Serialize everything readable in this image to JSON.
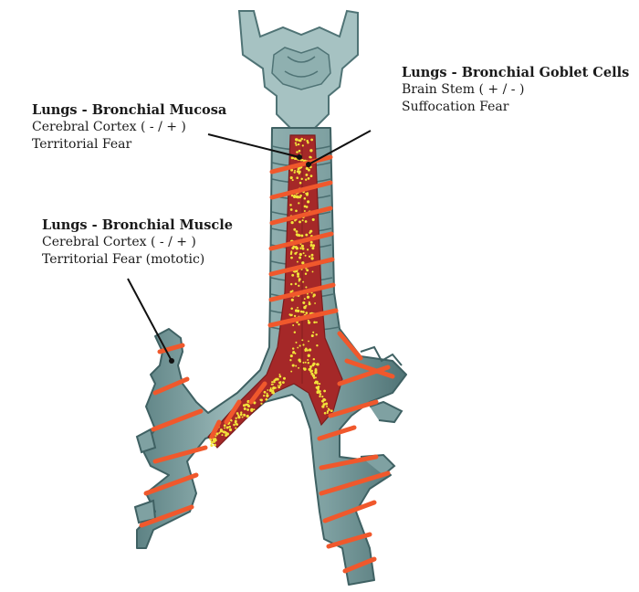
{
  "labels": {
    "mucosa": {
      "title": "Lungs - Bronchial Mucosa",
      "line1": "Cerebral Cortex ( - / + )",
      "line2": "Territorial Fear"
    },
    "goblet": {
      "title": "Lungs - Bronchial Goblet Cells",
      "line1": "Brain Stem ( + / - )",
      "line2": "Suffocation Fear"
    },
    "muscle": {
      "title": "Lungs - Bronchial Muscle",
      "line1": "Cerebral Cortex ( - / + )",
      "line2": "Territorial Fear (mototic)"
    }
  },
  "colors": {
    "cartilage": "#7fa1a2",
    "cartilage_dark": "#4f7375",
    "muscle_band": "#f0582c",
    "mucosa": "#a52828",
    "goblet_dots": "#f2e23a",
    "text": "#1a1a1a"
  }
}
